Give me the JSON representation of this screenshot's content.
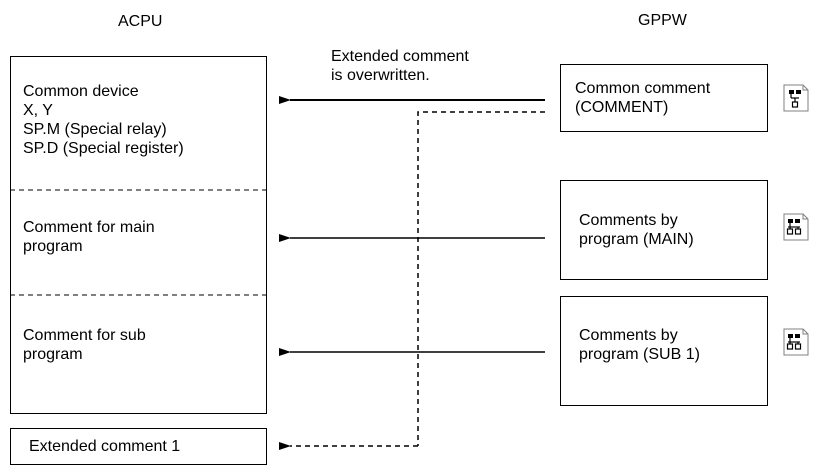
{
  "acpu": {
    "title": "ACPU",
    "common_section": "Common device\nX, Y\nSP.M (Special relay)\nSP.D (Special register)",
    "main_section": "Comment for main\nprogram",
    "sub_section": "Comment for sub\nprogram",
    "extended_box": "Extended comment 1"
  },
  "gppw": {
    "title": "GPPW",
    "common_comment": "Common comment\n(COMMENT)",
    "main_comment": "Comments by\nprogram (MAIN)",
    "sub_comment": "Comments by\nprogram (SUB 1)"
  },
  "annotation": "Extended comment\nis overwritten.",
  "icons": [
    "common-comment-icon",
    "program-comment-icon",
    "program-comment-icon"
  ]
}
